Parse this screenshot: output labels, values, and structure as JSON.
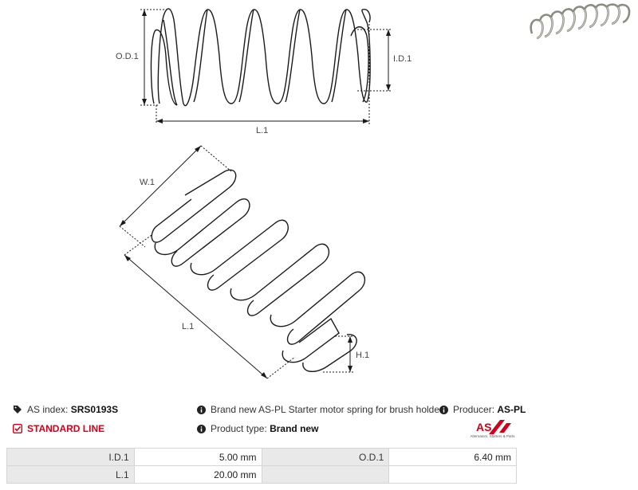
{
  "drawing": {
    "labels": {
      "od": "O.D.1",
      "id": "I.D.1",
      "l_top": "L.1",
      "w": "W.1",
      "l_side": "L.1",
      "h": "H.1"
    }
  },
  "info": {
    "as_index_label": "AS index:",
    "as_index_value": "SRS0193S",
    "line_label": "STANDARD LINE",
    "description": "Brand new AS-PL Starter motor spring for brush holder",
    "product_type_label": "Product type:",
    "product_type_value": "Brand new",
    "producer_label": "Producer:",
    "producer_value": "AS-PL"
  },
  "logo": {
    "text": "AS",
    "tagline": "Alternators, Starters & Parts",
    "color": "#d0021b"
  },
  "params": [
    {
      "label": "I.D.1",
      "value": "5.00 mm",
      "label2": "O.D.1",
      "value2": "6.40 mm"
    },
    {
      "label": "L.1",
      "value": "20.00 mm",
      "label2": "",
      "value2": ""
    }
  ],
  "icons": [
    "tag-icon",
    "checkbox-icon",
    "info-icon",
    "info-icon",
    "info-icon"
  ]
}
